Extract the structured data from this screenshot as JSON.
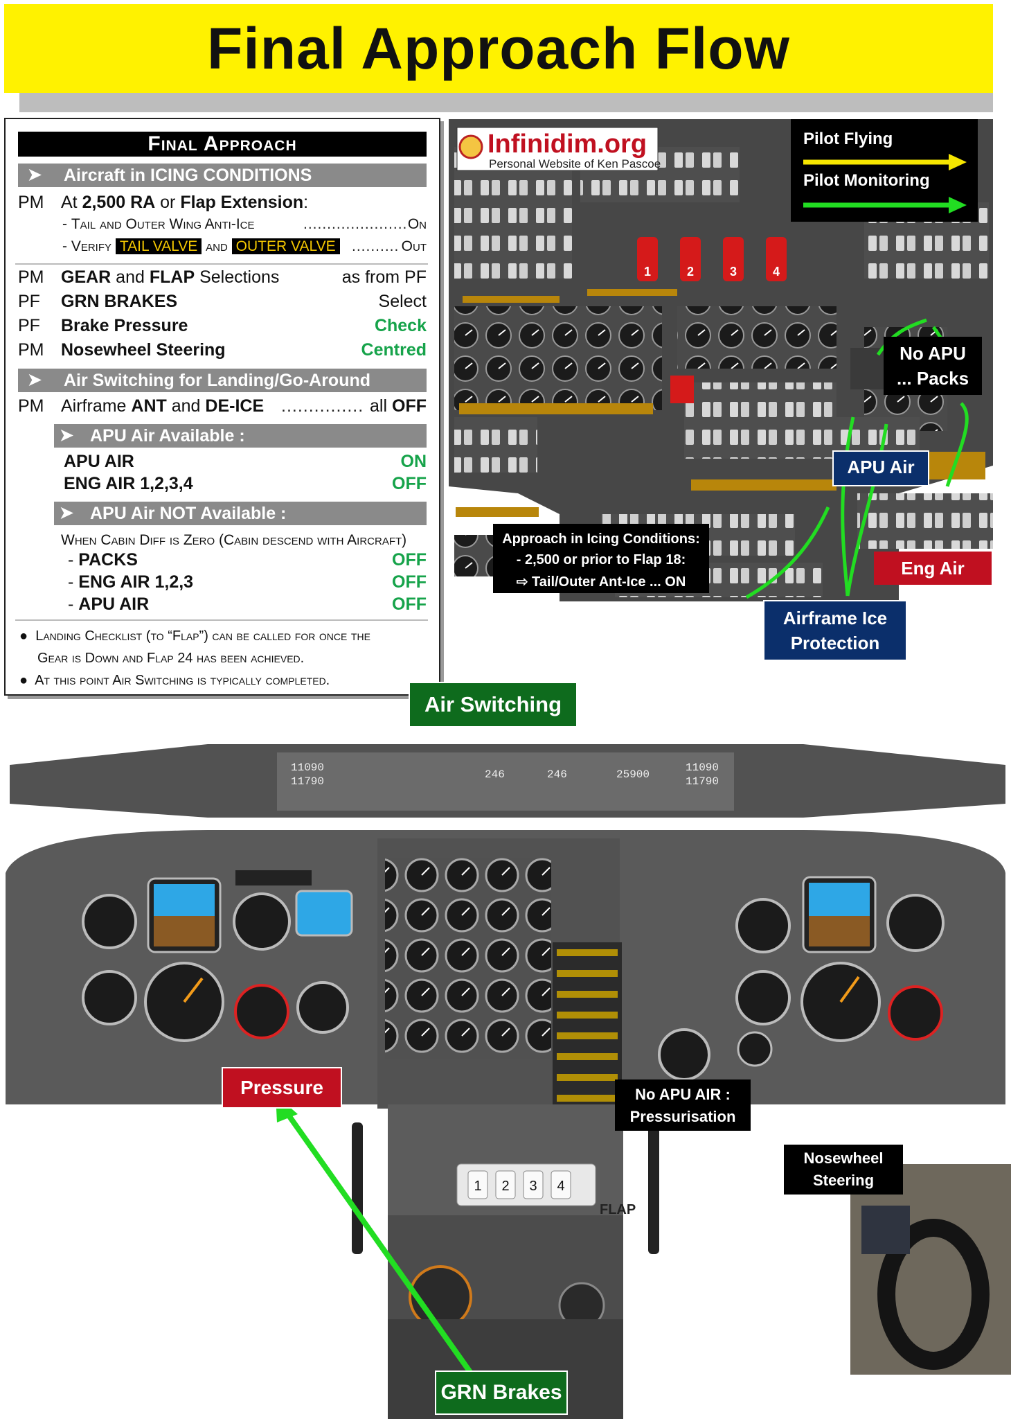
{
  "title": "Final Approach Flow",
  "checklist": {
    "heading": "Final Approach",
    "section1": {
      "label": "Aircraft in ICING CONDITIONS",
      "role": "PM",
      "main_text": "At ",
      "main_bold1": "2,500 RA",
      "main_mid": " or ",
      "main_bold2": "Flap Extension",
      "main_end": ":",
      "sub1_label": "Tail and Outer Wing Anti-Ice",
      "sub1_value": "On",
      "sub2_verify": "Verify",
      "sub2_tag1": "TAIL VALVE",
      "sub2_and": "and",
      "sub2_tag2": "OUTER VALVE",
      "sub2_value": "Out"
    },
    "items": [
      {
        "role": "PM",
        "bold": "GEAR",
        "mid": " and ",
        "bold2": "FLAP",
        "tail": " Selections",
        "value": "as from PF",
        "green": false
      },
      {
        "role": "PF",
        "bold": "GRN BRAKES",
        "mid": "",
        "bold2": "",
        "tail": "",
        "value": "Select",
        "green": false
      },
      {
        "role": "PF",
        "bold": "Brake Pressure",
        "mid": "",
        "bold2": "",
        "tail": "",
        "value": "Check",
        "green": true
      },
      {
        "role": "PM",
        "bold": "Nosewheel Steering",
        "mid": "",
        "bold2": "",
        "tail": "",
        "value": "Centred",
        "green": true
      }
    ],
    "section2": {
      "label": "Air Switching for Landing/Go-Around",
      "role": "PM",
      "text_pre": "Airframe ",
      "bold1": "ANT",
      "text_mid": " and ",
      "bold2": "DE-ICE",
      "value_pre": "all ",
      "value_bold": "OFF"
    },
    "sub_a": {
      "label": "APU Air Available :",
      "rows": [
        {
          "item": "APU AIR",
          "value": "ON"
        },
        {
          "item": "ENG AIR 1,2,3,4",
          "value": "OFF"
        }
      ]
    },
    "sub_b": {
      "label": "APU Air NOT Available :",
      "note": "When Cabin Diff is Zero (Cabin descend with Aircraft)",
      "rows": [
        {
          "item": "PACKS",
          "value": "OFF"
        },
        {
          "item": "ENG AIR 1,2,3",
          "value": "OFF"
        },
        {
          "item": "APU AIR",
          "value": "OFF"
        }
      ]
    },
    "bullets": [
      "Landing Checklist (to “Flap”) can be called for once the",
      "Gear is Down and Flap 24 has been achieved.",
      "At this point Air Switching is typically completed."
    ]
  },
  "overhead": {
    "logo_title": "Infinidim.org",
    "logo_sub": "Personal Website of Ken Pascoe",
    "legend": {
      "pilot_flying": "Pilot Flying",
      "pilot_monitoring": "Pilot Monitoring"
    },
    "colors": {
      "pf_arrow": "#f6e600",
      "pm_arrow": "#22dd22"
    },
    "no_apu_packs": [
      "No APU",
      "... Packs"
    ],
    "apu_air": "APU Air",
    "eng_air": "Eng Air",
    "airframe_ice": [
      "Airframe Ice",
      "Protection"
    ],
    "icing_box": [
      "Approach in Icing Conditions:",
      "- 2,500 or prior to Flap 18:",
      "⇨ Tail/Outer Ant-Ice ... ON"
    ],
    "fire_handles": [
      "1",
      "2",
      "3",
      "4"
    ]
  },
  "callouts": {
    "air_switching": "Air Switching",
    "pressure": "Pressure",
    "no_apu_air": [
      "No APU AIR :",
      "Pressurisation"
    ],
    "nosewheel": [
      "Nosewheel",
      "Steering"
    ],
    "grn_brakes": "GRN Brakes"
  },
  "glareshield": {
    "left_digits": [
      "11090",
      "11790"
    ],
    "right_digits": [
      "11090",
      "11790"
    ],
    "speed": "246",
    "hdg": "246",
    "alt": "25900"
  },
  "pedestal": {
    "thrust_levers": [
      "1",
      "2",
      "3",
      "4"
    ],
    "flap_label": "FLAP"
  }
}
